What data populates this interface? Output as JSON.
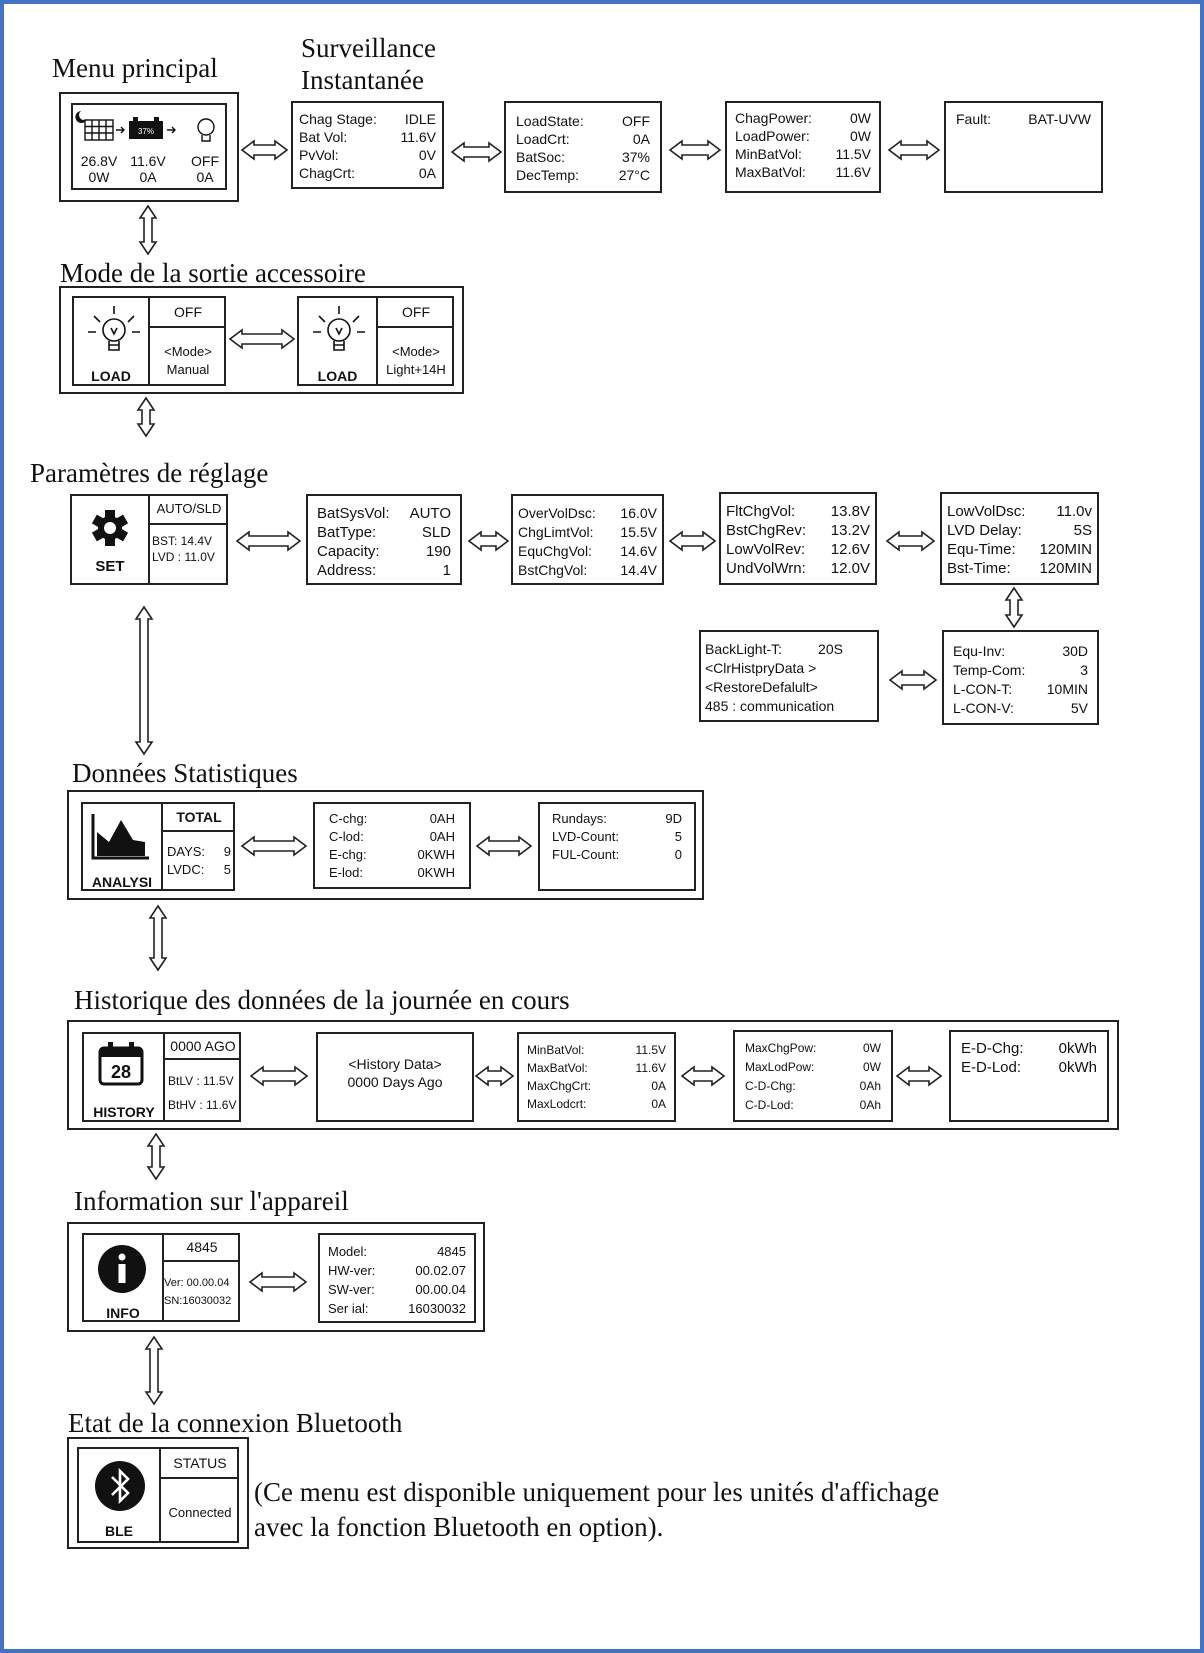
{
  "sections": {
    "main_menu": "Menu principal",
    "surveillance_l1": "Surveillance",
    "surveillance_l2": "Instantanée",
    "accessory_output": "Mode de la sortie accessoire",
    "settings": "Paramètres de réglage",
    "statistics": "Données Statistiques",
    "history": "Historique des données de la journée en cours",
    "device_info": "Information sur l'appareil",
    "bluetooth": "Etat de la connexion Bluetooth"
  },
  "main": {
    "battery_pct": "37%",
    "pv_v": "26.8V",
    "pv_w": "0W",
    "bat_v": "11.6V",
    "bat_a": "0A",
    "load_state": "OFF",
    "load_a": "0A"
  },
  "monitor": [
    [
      [
        "Chag Stage:",
        "IDLE"
      ],
      [
        "Bat Vol:",
        "11.6V"
      ],
      [
        "PvVol:",
        "0V"
      ],
      [
        "ChagCrt:",
        "0A"
      ]
    ],
    [
      [
        "LoadState:",
        "OFF"
      ],
      [
        "LoadCrt:",
        "0A"
      ],
      [
        "BatSoc:",
        "37%"
      ],
      [
        "DecTemp:",
        "27°C"
      ]
    ],
    [
      [
        "ChagPower:",
        "0W"
      ],
      [
        "LoadPower:",
        "0W"
      ],
      [
        "MinBatVol:",
        "11.5V"
      ],
      [
        "MaxBatVol:",
        "11.6V"
      ]
    ],
    [
      [
        "Fault:",
        "BAT-UVW"
      ]
    ]
  ],
  "load_modes": [
    {
      "icon_label": "LOAD",
      "state": "OFF",
      "mode_label": "<Mode>",
      "mode_value": "Manual"
    },
    {
      "icon_label": "LOAD",
      "state": "OFF",
      "mode_label": "<Mode>",
      "mode_value": "Light+14H"
    }
  ],
  "set": {
    "icon_label": "SET",
    "top": "AUTO/SLD",
    "bst": "BST: 14.4V",
    "lvd": "LVD : 11.0V",
    "screens": [
      [
        [
          "BatSysVol:",
          "AUTO"
        ],
        [
          "BatType:",
          "SLD"
        ],
        [
          "Capacity:",
          "190"
        ],
        [
          "Address:",
          "1"
        ]
      ],
      [
        [
          "OverVolDsc:",
          "16.0V"
        ],
        [
          "ChgLimtVol:",
          "15.5V"
        ],
        [
          "EquChgVol:",
          "14.6V"
        ],
        [
          "BstChgVol:",
          "14.4V"
        ]
      ],
      [
        [
          "FltChgVol:",
          "13.8V"
        ],
        [
          "BstChgRev:",
          "13.2V"
        ],
        [
          "LowVolRev:",
          "12.6V"
        ],
        [
          "UndVolWrn:",
          "12.0V"
        ]
      ],
      [
        [
          "LowVolDsc:",
          "11.0v"
        ],
        [
          "LVD Delay:",
          "5S"
        ],
        [
          "Equ-Time:",
          "120MIN"
        ],
        [
          "Bst-Time:",
          "120MIN"
        ]
      ],
      [
        [
          "Equ-Inv:",
          "30D"
        ],
        [
          "Temp-Com:",
          "3"
        ],
        [
          "L-CON-T:",
          "10MIN"
        ],
        [
          "L-CON-V:",
          "5V"
        ]
      ]
    ],
    "backlight": [
      [
        "BackLight-T:",
        "20S"
      ],
      [
        "<ClrHistpryData >",
        ""
      ],
      [
        "<RestoreDefalult>",
        ""
      ],
      [
        "485 : communication",
        ""
      ]
    ]
  },
  "stats": {
    "icon_label": "ANALYSI",
    "top": "TOTAL",
    "days": [
      "DAYS:",
      "9"
    ],
    "lvdc": [
      "LVDC:",
      "5"
    ],
    "screens": [
      [
        [
          "C-chg:",
          "0AH"
        ],
        [
          "C-lod:",
          "0AH"
        ],
        [
          "E-chg:",
          "0KWH"
        ],
        [
          "E-lod:",
          "0KWH"
        ]
      ],
      [
        [
          "Rundays:",
          "9D"
        ],
        [
          "LVD-Count:",
          "5"
        ],
        [
          "FUL-Count:",
          "0"
        ]
      ]
    ]
  },
  "history": {
    "icon_label": "HISTORY",
    "day": "28",
    "top": "0000 AGO",
    "btlv": "BtLV : 11.5V",
    "bthv": "BtHV : 11.6V",
    "data_title": "<History Data>",
    "data_days": "0000  Days Ago",
    "screens": [
      [
        [
          "MinBatVol:",
          "11.5V"
        ],
        [
          "MaxBatVol:",
          "11.6V"
        ],
        [
          "MaxChgCrt:",
          "0A"
        ],
        [
          "MaxLodcrt:",
          "0A"
        ]
      ],
      [
        [
          "MaxChgPow:",
          "0W"
        ],
        [
          "MaxLodPow:",
          "0W"
        ],
        [
          "C-D-Chg:",
          "0Ah"
        ],
        [
          "C-D-Lod:",
          "0Ah"
        ]
      ],
      [
        [
          "E-D-Chg:",
          "0kWh"
        ],
        [
          "E-D-Lod:",
          "0kWh"
        ]
      ]
    ]
  },
  "info": {
    "icon_label": "INFO",
    "top": "4845",
    "ver": "Ver: 00.00.04",
    "sn": "SN:16030032",
    "details": [
      [
        "Model:",
        "4845"
      ],
      [
        "HW-ver:",
        "00.02.07"
      ],
      [
        "SW-ver:",
        "00.00.04"
      ],
      [
        "Ser ial:",
        "16030032"
      ]
    ]
  },
  "ble": {
    "icon_label": "BLE",
    "status_label": "STATUS",
    "status_value": "Connected",
    "note_l1": "(Ce menu est disponible uniquement pour les unités d'affichage",
    "note_l2": "avec la fonction Bluetooth en option)."
  },
  "colors": {
    "frame": "#4472c4",
    "ink": "#222222"
  }
}
